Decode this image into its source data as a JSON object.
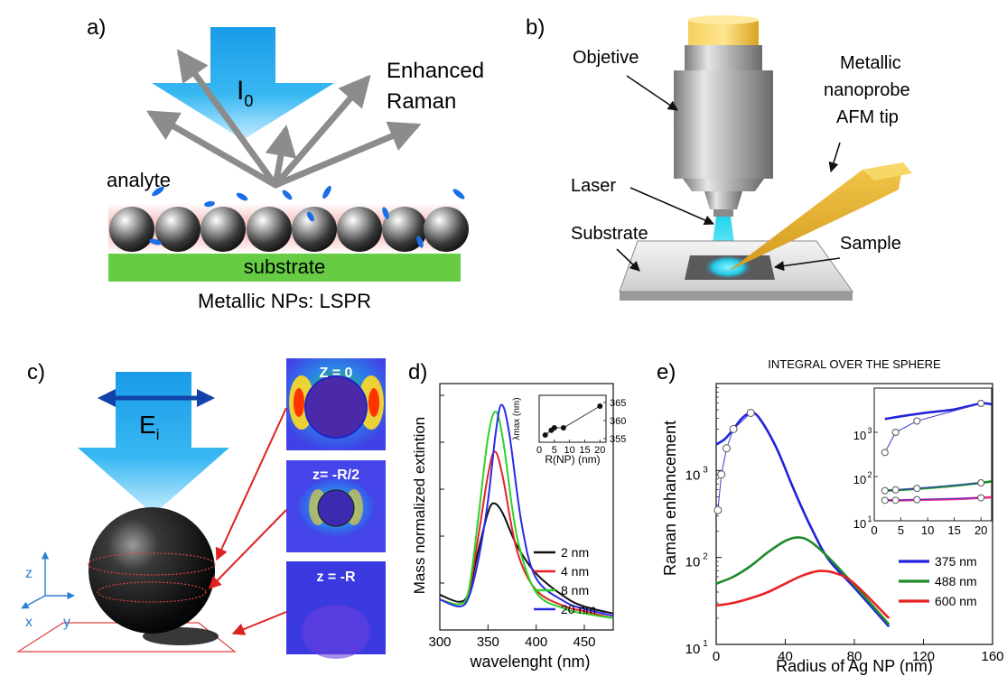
{
  "panels": {
    "a": {
      "label": "a)",
      "incident": "I",
      "incident_sub": "0",
      "raman_line1": "Enhanced",
      "raman_line2": "Raman",
      "analyte": "analyte",
      "substrate": "substrate",
      "caption": "Metallic NPs: LSPR"
    },
    "b": {
      "label": "b)",
      "objective": "Objetive",
      "probe_line1": "Metallic",
      "probe_line2": "nanoprobe",
      "probe_line3": "AFM tip",
      "laser": "Laser",
      "substrate": "Substrate",
      "sample": "Sample"
    },
    "c": {
      "label": "c)",
      "field": "E",
      "field_sub": "i",
      "axis_z": "z",
      "axis_x": "x",
      "axis_y": "y",
      "map1": "Z = 0",
      "map2": "z= -R/2",
      "map3": "z = -R"
    },
    "d": {
      "label": "d)",
      "ylabel": "Mass normalized extintion",
      "xlabel": "wavelenght (nm)",
      "inset_ylabel": "λmax (nm)",
      "inset_xlabel": "R(NP) (nm)"
    },
    "e": {
      "label": "e)",
      "title": "INTEGRAL OVER THE SPHERE",
      "ylabel": "Raman enhancement",
      "xlabel": "Radius of Ag NP (nm)"
    }
  },
  "colors": {
    "arrow_blue": "#1a9be8",
    "arrow_gray": "#8c8c8c",
    "substrate_green": "#66cc44",
    "tip_gold": "#e8b23a",
    "laser_cyan": "#22d4ee",
    "curve_black": "#111111",
    "curve_red": "#e8202a",
    "curve_green": "#2ad42a",
    "curve_blue": "#2a2ae8",
    "e_blue": "#2222dd",
    "e_green": "#1f8a2a",
    "e_red": "#e82222",
    "e_pink": "#ee2a88",
    "marker_blue": "#3a3acc",
    "callout_red": "#dd2222"
  },
  "chart_data": [
    {
      "type": "line",
      "panel": "d",
      "xlabel": "wavelenght (nm)",
      "ylabel": "Mass normalized extintion",
      "xlim": [
        300,
        480
      ],
      "xticks": [
        300,
        350,
        400,
        450
      ],
      "yticks_labeled": false,
      "series": [
        {
          "name": "2 nm",
          "color": "#111111",
          "points": [
            [
              300,
              0.15
            ],
            [
              320,
              0.12
            ],
            [
              330,
              0.16
            ],
            [
              340,
              0.34
            ],
            [
              350,
              0.5
            ],
            [
              356,
              0.54
            ],
            [
              365,
              0.5
            ],
            [
              380,
              0.36
            ],
            [
              400,
              0.24
            ],
            [
              430,
              0.14
            ],
            [
              450,
              0.1
            ],
            [
              480,
              0.07
            ]
          ]
        },
        {
          "name": "4 nm",
          "color": "#e8202a",
          "points": [
            [
              300,
              0.13
            ],
            [
              320,
              0.11
            ],
            [
              330,
              0.16
            ],
            [
              340,
              0.4
            ],
            [
              350,
              0.66
            ],
            [
              357,
              0.76
            ],
            [
              365,
              0.66
            ],
            [
              380,
              0.34
            ],
            [
              400,
              0.17
            ],
            [
              430,
              0.1
            ],
            [
              450,
              0.08
            ],
            [
              480,
              0.05
            ]
          ]
        },
        {
          "name": "8 nm",
          "color": "#2ad42a",
          "points": [
            [
              300,
              0.13
            ],
            [
              320,
              0.11
            ],
            [
              330,
              0.17
            ],
            [
              340,
              0.48
            ],
            [
              350,
              0.82
            ],
            [
              358,
              0.93
            ],
            [
              366,
              0.8
            ],
            [
              380,
              0.4
            ],
            [
              400,
              0.16
            ],
            [
              430,
              0.09
            ],
            [
              450,
              0.07
            ],
            [
              480,
              0.05
            ]
          ]
        },
        {
          "name": "20 nm",
          "color": "#2a2ae8",
          "points": [
            [
              300,
              0.13
            ],
            [
              320,
              0.1
            ],
            [
              330,
              0.14
            ],
            [
              340,
              0.3
            ],
            [
              350,
              0.55
            ],
            [
              358,
              0.84
            ],
            [
              364,
              0.96
            ],
            [
              372,
              0.84
            ],
            [
              385,
              0.45
            ],
            [
              400,
              0.22
            ],
            [
              430,
              0.12
            ],
            [
              450,
              0.09
            ],
            [
              480,
              0.06
            ]
          ]
        }
      ],
      "inset": {
        "xlabel": "R(NP) (nm)",
        "ylabel": "λmax (nm)",
        "xlim": [
          0,
          22
        ],
        "ylim": [
          354,
          367
        ],
        "xticks": [
          0,
          5,
          10,
          15,
          20
        ],
        "yticks": [
          355,
          360,
          365
        ],
        "points": [
          [
            2,
            356
          ],
          [
            4,
            357.3
          ],
          [
            5,
            358
          ],
          [
            8,
            358
          ],
          [
            20,
            364
          ]
        ]
      }
    },
    {
      "type": "line",
      "panel": "e",
      "title": "INTEGRAL OVER THE SPHERE",
      "xlabel": "Radius of Ag NP (nm)",
      "ylabel": "Raman enhancement",
      "yscale": "log",
      "xlim": [
        0,
        160
      ],
      "ylim": [
        10,
        10000
      ],
      "xticks": [
        0,
        40,
        80,
        120,
        160
      ],
      "yticks": [
        10,
        100,
        1000
      ],
      "ytick_labels": [
        "10",
        "10",
        "10"
      ],
      "ytick_exponents": [
        "1",
        "2",
        "3"
      ],
      "series": [
        {
          "name": "375 nm",
          "color": "#2222dd",
          "points": [
            [
              0,
              2000
            ],
            [
              5,
              2300
            ],
            [
              10,
              3000
            ],
            [
              15,
              4000
            ],
            [
              20,
              4600
            ],
            [
              25,
              4000
            ],
            [
              35,
              1800
            ],
            [
              45,
              600
            ],
            [
              55,
              220
            ],
            [
              65,
              95
            ],
            [
              80,
              45
            ],
            [
              100,
              16
            ]
          ],
          "markers": [
            [
              1,
              350
            ],
            [
              3,
              900
            ],
            [
              6,
              1800
            ],
            [
              10,
              3000
            ],
            [
              20,
              4600
            ]
          ]
        },
        {
          "name": "488 nm",
          "color": "#1f8a2a",
          "points": [
            [
              0,
              50
            ],
            [
              10,
              60
            ],
            [
              20,
              80
            ],
            [
              30,
              115
            ],
            [
              40,
              155
            ],
            [
              48,
              170
            ],
            [
              55,
              150
            ],
            [
              65,
              100
            ],
            [
              80,
              48
            ],
            [
              100,
              17
            ]
          ]
        },
        {
          "name": "600 nm",
          "color": "#e82222",
          "points": [
            [
              0,
              28
            ],
            [
              10,
              30
            ],
            [
              20,
              34
            ],
            [
              30,
              40
            ],
            [
              40,
              50
            ],
            [
              50,
              62
            ],
            [
              60,
              70
            ],
            [
              70,
              65
            ],
            [
              80,
              50
            ],
            [
              100,
              20
            ]
          ]
        }
      ],
      "inset": {
        "xlim": [
          0,
          22
        ],
        "ylim": [
          10,
          10000
        ],
        "yscale": "log",
        "xticks": [
          0,
          5,
          10,
          15,
          20
        ],
        "yticks": [
          10,
          100,
          1000
        ],
        "ytick_labels": [
          "10",
          "10",
          "10"
        ],
        "ytick_exponents": [
          "1",
          "2",
          "3"
        ],
        "series": [
          {
            "name": "375 nm",
            "color": "#2222dd",
            "points": [
              [
                2,
                2000
              ],
              [
                5,
                2300
              ],
              [
                10,
                2800
              ],
              [
                15,
                3300
              ],
              [
                20,
                4500
              ],
              [
                22,
                4300
              ]
            ],
            "markers": [
              [
                2,
                350
              ],
              [
                4,
                1000
              ],
              [
                8,
                1800
              ],
              [
                20,
                4500
              ]
            ]
          },
          {
            "name": "488 nm",
            "color": "#1f8a2a",
            "points": [
              [
                2,
                48
              ],
              [
                5,
                50
              ],
              [
                10,
                55
              ],
              [
                15,
                62
              ],
              [
                20,
                72
              ],
              [
                22,
                78
              ]
            ],
            "markers": [
              [
                2,
                48
              ],
              [
                4,
                50
              ],
              [
                8,
                54
              ],
              [
                20,
                72
              ]
            ]
          },
          {
            "name": "600 nm",
            "color": "#ee2a88",
            "points": [
              [
                2,
                29
              ],
              [
                5,
                29
              ],
              [
                10,
                30
              ],
              [
                15,
                31
              ],
              [
                20,
                33
              ],
              [
                22,
                34
              ]
            ],
            "markers": [
              [
                2,
                29
              ],
              [
                4,
                29
              ],
              [
                8,
                30
              ],
              [
                20,
                33
              ]
            ]
          }
        ]
      }
    }
  ]
}
